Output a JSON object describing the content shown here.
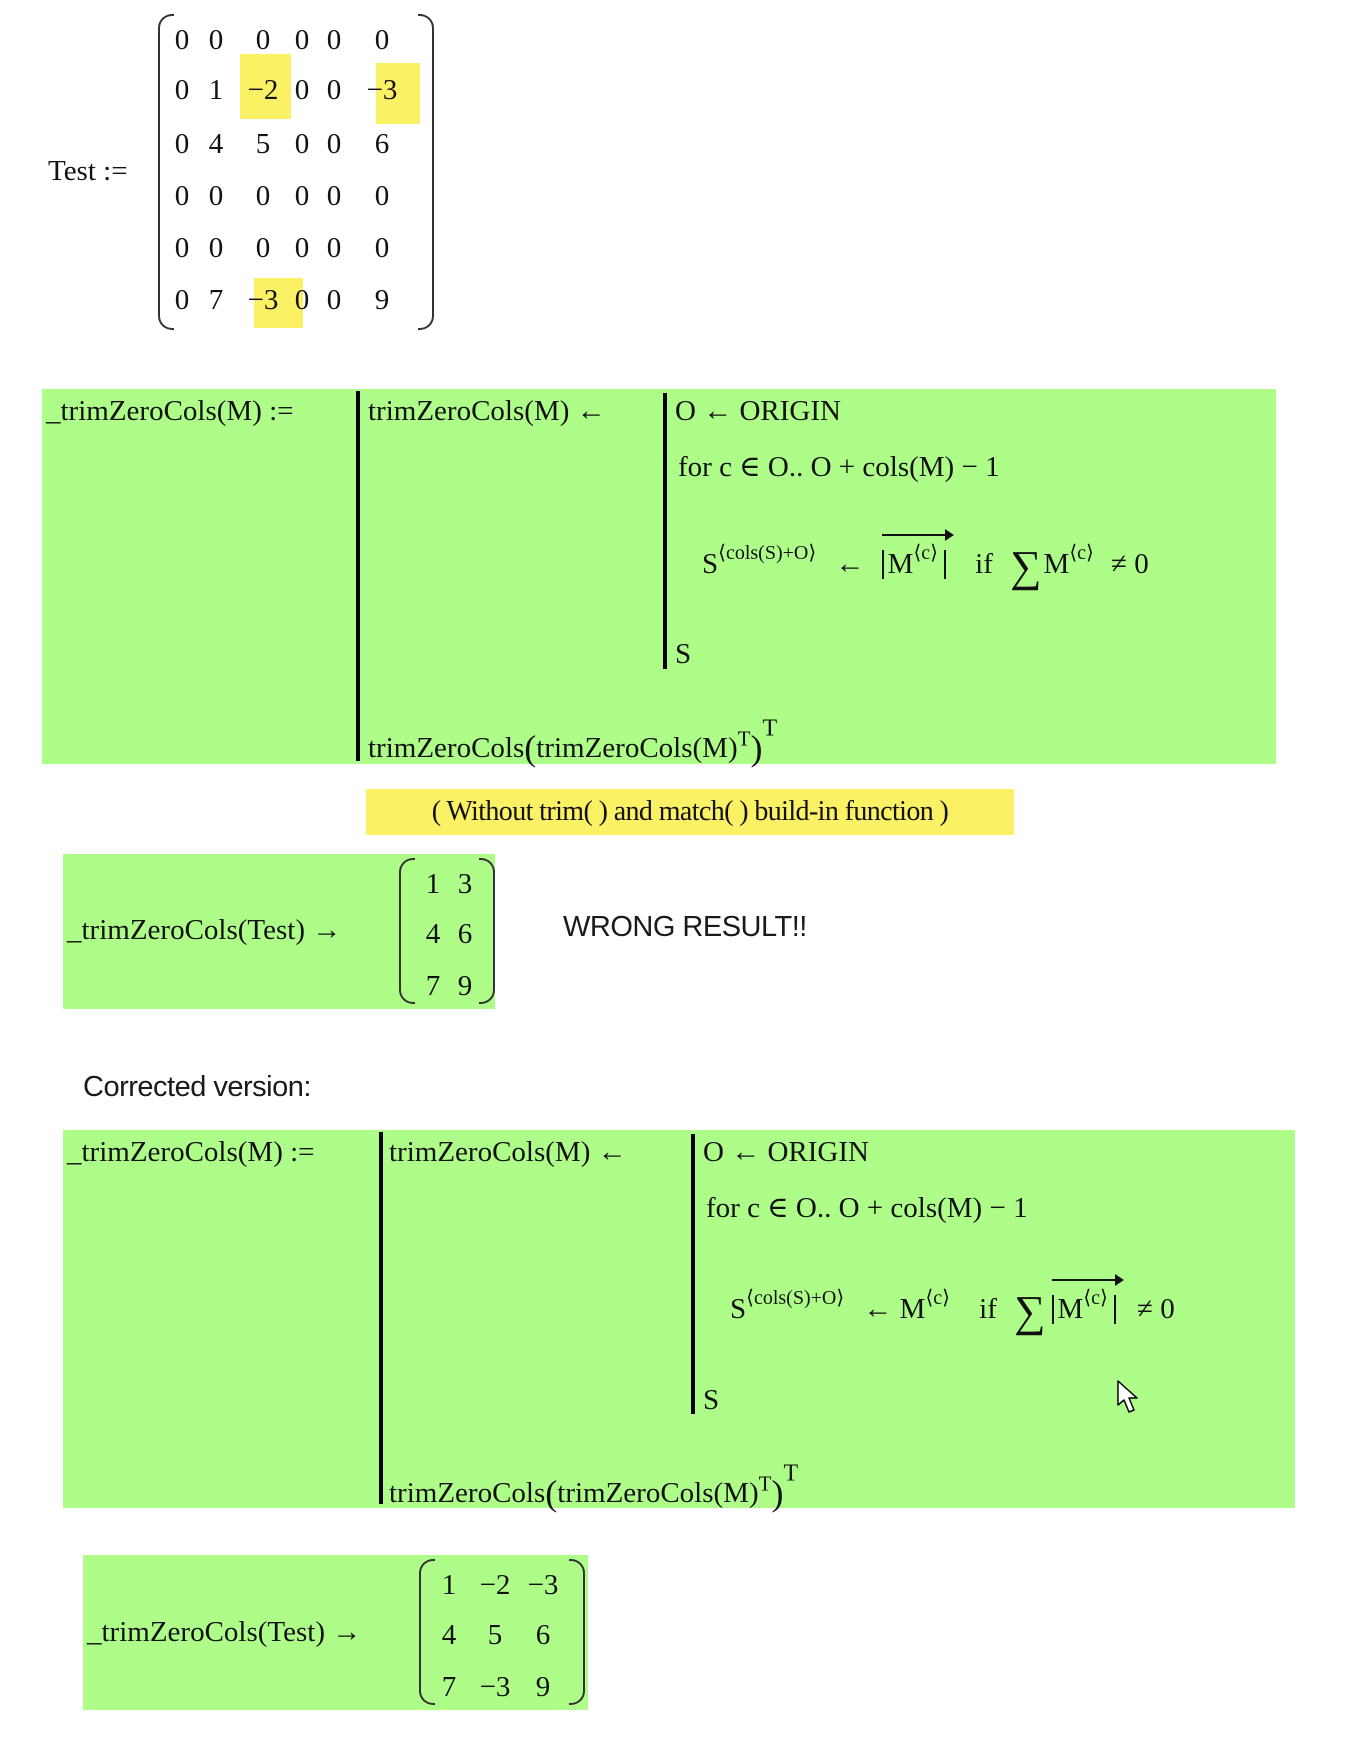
{
  "test_matrix": {
    "label": "Test :=",
    "rows": [
      [
        "0",
        "0",
        "0",
        "0",
        "0",
        "0"
      ],
      [
        "0",
        "1",
        "−2",
        "0",
        "0",
        "−3"
      ],
      [
        "0",
        "4",
        "5",
        "0",
        "0",
        "6"
      ],
      [
        "0",
        "0",
        "0",
        "0",
        "0",
        "0"
      ],
      [
        "0",
        "0",
        "0",
        "0",
        "0",
        "0"
      ],
      [
        "0",
        "7",
        "−3",
        "0",
        "0",
        "9"
      ]
    ],
    "highlighted_cells": [
      [
        1,
        2
      ],
      [
        1,
        5
      ],
      [
        5,
        2
      ]
    ]
  },
  "block1": {
    "def_label": "_trimZeroCols(M) :=",
    "inner_def": "trimZeroCols(M) ←",
    "line_origin": "O ← ORIGIN",
    "line_for": "for  c ∈ O.. O + cols(M) − 1",
    "assign_lhs": "S",
    "assign_lhs_sup": "⟨cols(S)+O⟩",
    "assign_arrow": "←",
    "vec_M": "M",
    "vec_M_sup": "⟨c⟩",
    "if_word": "if",
    "sigma": "∑",
    "sum_M": "M",
    "sum_M_sup": "⟨c⟩",
    "neq_zero": "≠ 0",
    "line_return": "S",
    "final_call": "trimZeroCols",
    "final_inner": "trimZeroCols(M)",
    "transpose": "T"
  },
  "note": {
    "text": "( Without trim(  ) and match(  ) build-in function )"
  },
  "result1": {
    "label": "_trimZeroCols(Test) →",
    "rows": [
      [
        "1",
        "3"
      ],
      [
        "4",
        "6"
      ],
      [
        "7",
        "9"
      ]
    ],
    "comment": "WRONG RESULT!!"
  },
  "corrected_heading": "Corrected version:",
  "block2": {
    "def_label": "_trimZeroCols(M) :=",
    "inner_def": "trimZeroCols(M) ←",
    "line_origin": "O ← ORIGIN",
    "line_for": "for  c ∈ O.. O + cols(M) − 1",
    "assign_lhs": "S",
    "assign_lhs_sup": "⟨cols(S)+O⟩",
    "assign_arrow": "←",
    "plain_M": "M",
    "plain_M_sup": "⟨c⟩",
    "if_word": "if",
    "sigma": "∑",
    "vec_M": "M",
    "vec_M_sup": "⟨c⟩",
    "neq_zero": "≠ 0",
    "line_return": "S",
    "final_call": "trimZeroCols",
    "final_inner": "trimZeroCols(M)",
    "transpose": "T"
  },
  "result2": {
    "label": "_trimZeroCols(Test) →",
    "rows": [
      [
        "1",
        "−2",
        "−3"
      ],
      [
        "4",
        "5",
        "6"
      ],
      [
        "7",
        "−3",
        "9"
      ]
    ]
  },
  "colors": {
    "region_green": "#adfd88",
    "highlight_yellow": "#fbf165"
  }
}
